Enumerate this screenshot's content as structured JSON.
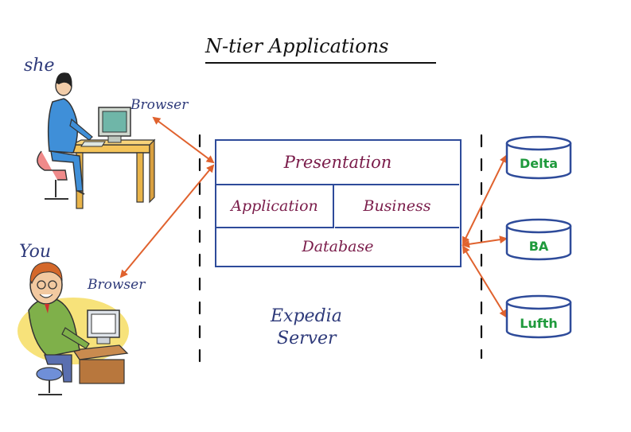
{
  "title": "N-tier Applications",
  "users": {
    "she": {
      "label": "she",
      "browser_label": "Browser"
    },
    "you": {
      "label": "You",
      "browser_label": "Browser"
    }
  },
  "server": {
    "label_line1": "Expedia",
    "label_line2": "Server",
    "layers": {
      "presentation": "Presentation",
      "application": "Application",
      "business": "Business",
      "database": "Database"
    }
  },
  "databases": [
    "Delta",
    "BA",
    "Lufth"
  ],
  "colors": {
    "box": "#2e4b9a",
    "arrow": "#e0622e",
    "layer_text": "#7a1c4a",
    "db_text": "#1f9a3c",
    "handwriting": "#2e3a7a"
  }
}
